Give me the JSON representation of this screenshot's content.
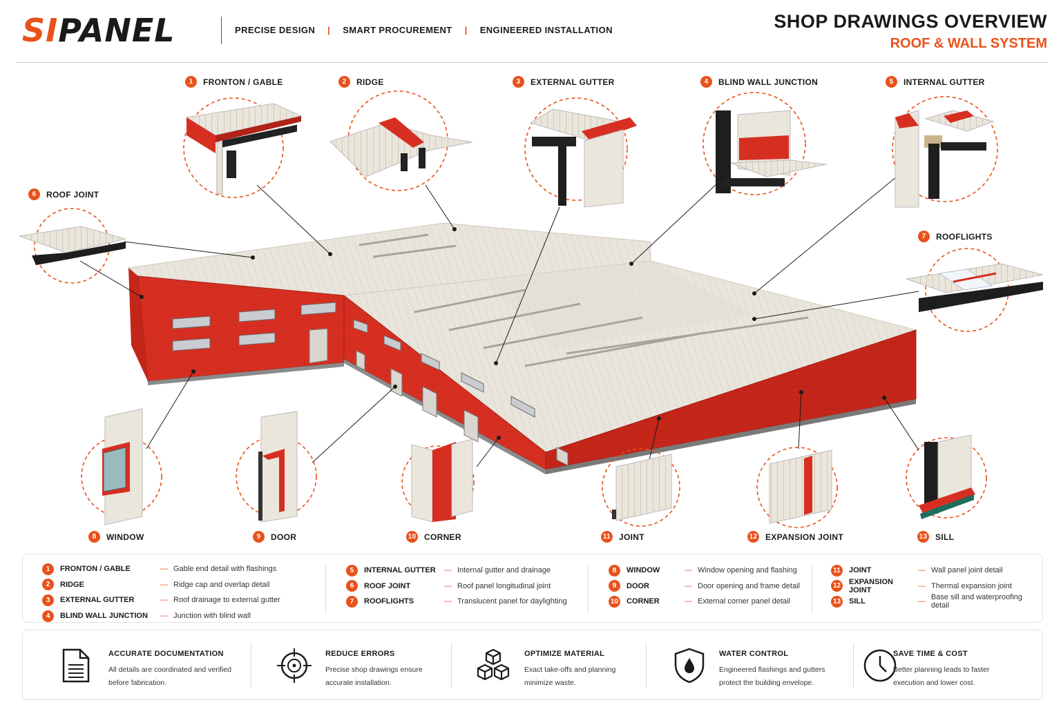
{
  "brand": {
    "logo_a": "SI",
    "logo_b": "PANEL"
  },
  "tagline": [
    "PRECISE DESIGN",
    "SMART PROCUREMENT",
    "ENGINEERED INSTALLATION"
  ],
  "title": {
    "main": "SHOP DRAWINGS OVERVIEW",
    "sub": "ROOF & WALL SYSTEM"
  },
  "colors": {
    "accent": "#e8521b",
    "wall_red": "#d62f22",
    "roof_panel": "#e8e4dc",
    "steel": "#2a2a2a"
  },
  "callouts": [
    {
      "num": "1",
      "label": "FRONTON / GABLE"
    },
    {
      "num": "2",
      "label": "RIDGE"
    },
    {
      "num": "3",
      "label": "EXTERNAL GUTTER"
    },
    {
      "num": "4",
      "label": "BLIND WALL JUNCTION"
    },
    {
      "num": "5",
      "label": "INTERNAL GUTTER"
    },
    {
      "num": "6",
      "label": "ROOF JOINT"
    },
    {
      "num": "7",
      "label": "ROOFLIGHTS"
    },
    {
      "num": "8",
      "label": "WINDOW"
    },
    {
      "num": "9",
      "label": "DOOR"
    },
    {
      "num": "10",
      "label": "CORNER"
    },
    {
      "num": "11",
      "label": "JOINT"
    },
    {
      "num": "12",
      "label": "EXPANSION JOINT"
    },
    {
      "num": "13",
      "label": "SILL"
    }
  ],
  "legend": [
    [
      {
        "num": "1",
        "name": "FRONTON / GABLE",
        "desc": "Gable end detail with flashings"
      },
      {
        "num": "2",
        "name": "RIDGE",
        "desc": "Ridge cap and overlap detail"
      },
      {
        "num": "3",
        "name": "EXTERNAL GUTTER",
        "desc": "Roof drainage to external gutter"
      },
      {
        "num": "4",
        "name": "BLIND WALL JUNCTION",
        "desc": "Junction with blind wall"
      }
    ],
    [
      {
        "num": "5",
        "name": "INTERNAL GUTTER",
        "desc": "Internal gutter and drainage"
      },
      {
        "num": "6",
        "name": "ROOF JOINT",
        "desc": "Roof panel longitudinal joint"
      },
      {
        "num": "7",
        "name": "ROOFLIGHTS",
        "desc": "Translucent panel for daylighting"
      }
    ],
    [
      {
        "num": "8",
        "name": "WINDOW",
        "desc": "Window opening and flashing"
      },
      {
        "num": "9",
        "name": "DOOR",
        "desc": "Door opening and frame detail"
      },
      {
        "num": "10",
        "name": "CORNER",
        "desc": "External corner panel detail"
      }
    ],
    [
      {
        "num": "11",
        "name": "JOINT",
        "desc": "Wall panel joint detail"
      },
      {
        "num": "12",
        "name": "EXPANSION JOINT",
        "desc": "Thermal expansion joint"
      },
      {
        "num": "13",
        "name": "SILL",
        "desc": "Base sill and waterproofing detail"
      }
    ]
  ],
  "benefits": [
    {
      "icon": "document-icon",
      "title": "ACCURATE DOCUMENTATION",
      "desc": "All details are coordinated and verified before fabrication."
    },
    {
      "icon": "target-icon",
      "title": "REDUCE ERRORS",
      "desc": "Precise shop drawings ensure accurate installation."
    },
    {
      "icon": "cubes-icon",
      "title": "OPTIMIZE MATERIAL",
      "desc": "Exact take-offs and planning minimize waste."
    },
    {
      "icon": "shield-drop-icon",
      "title": "WATER CONTROL",
      "desc": "Engineered flashings and gutters protect the building envelope."
    },
    {
      "icon": "clock-icon",
      "title": "SAVE TIME & COST",
      "desc": "Better planning leads to faster execution and lower cost."
    }
  ]
}
